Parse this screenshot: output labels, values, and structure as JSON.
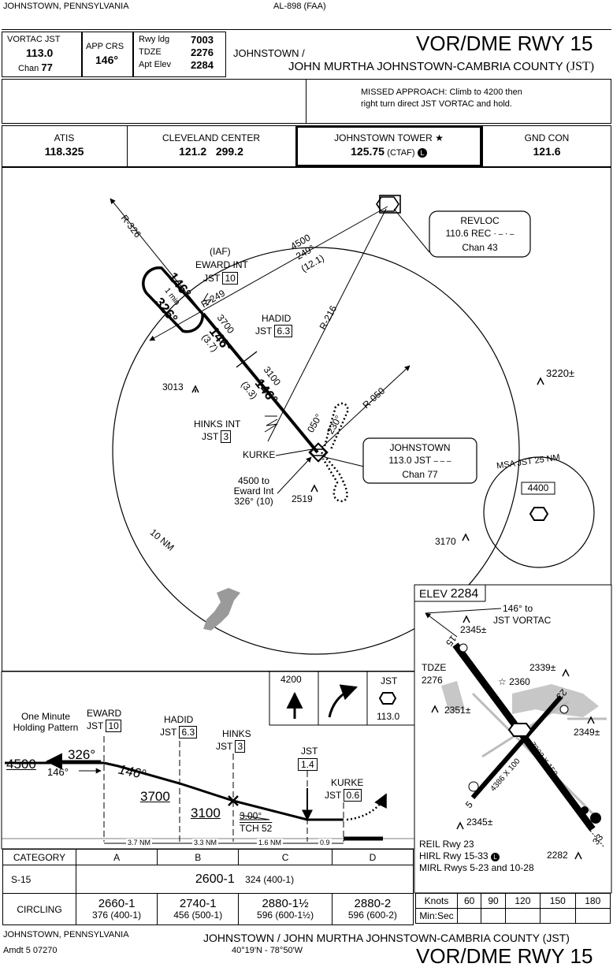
{
  "header": {
    "location": "JOHNSTOWN, PENNSYLVANIA",
    "doc_id": "AL-898 (FAA)",
    "vortac_label": "VORTAC",
    "vortac_ident": "JST",
    "vortac_freq": "113.0",
    "chan_label": "Chan",
    "chan_value": "77",
    "app_crs_label": "APP CRS",
    "app_crs_value": "146°",
    "rwy_ldg_label": "Rwy ldg",
    "rwy_ldg_value": "7003",
    "tdze_label": "TDZE",
    "tdze_value": "2276",
    "apt_elev_label": "Apt Elev",
    "apt_elev_value": "2284",
    "city": "JOHNSTOWN /",
    "procedure": "VOR/DME RWY 15",
    "airport": "JOHN MURTHA JOHNSTOWN-CAMBRIA COUNTY",
    "airport_id": "(JST)"
  },
  "missed_approach": {
    "line1": "MISSED APPROACH:  Climb to 4200 then",
    "line2": "right turn direct JST VORTAC and hold."
  },
  "comms": [
    {
      "name": "ATIS",
      "freq": "118.325",
      "extra": ""
    },
    {
      "name": "CLEVELAND CENTER",
      "freq": "121.2   299.2",
      "extra": ""
    },
    {
      "name": "JOHNSTOWN TOWER",
      "freq": "125.75",
      "extra": "(CTAF)"
    },
    {
      "name": "GND CON",
      "freq": "121.6",
      "extra": ""
    }
  ],
  "plan": {
    "r326": "R-326",
    "iaf": "(IAF)",
    "eward": "EWARD INT",
    "jst": "JST",
    "eward_dme": "10",
    "hold_in": "146°",
    "hold_out": "326°",
    "one_min": "1 min",
    "r249": "R-249",
    "alt4500": "4500",
    "crs249": "249°",
    "dist121": "(12.1)",
    "alt3700": "3700",
    "crs146a": "146°",
    "dist37": "(3.7)",
    "hadid": "HADID",
    "hadid_dme": "6.3",
    "alt3100": "3100",
    "crs146b": "146°",
    "dist33": "(3.3)",
    "hinks": "HINKS INT",
    "hinks_dme": "3",
    "kurke": "KURKE",
    "note1": "4500 to",
    "note2": "Eward Int",
    "note3": "326° (10)",
    "obs2519": "2519",
    "obs3013": "3013",
    "obs3220": "3220",
    "obs3170": "3170",
    "pm": "±",
    "r216": "R-216",
    "r050": "R-050",
    "crs050": "050°",
    "crs230": "230°",
    "revloc_name": "REVLOC",
    "revloc_freq": "110.6",
    "rec": "REC",
    "revloc_chan": "Chan 43",
    "jst_name": "JOHNSTOWN",
    "jst_freq": "113.0",
    "jst_chan": "Chan 77",
    "ring": "10 NM",
    "msa": "MSA JST 25 NM",
    "msa_alt": "4400"
  },
  "airport_diagram": {
    "elev_label": "ELEV",
    "elev_value": "2284",
    "arrow1": "146° to",
    "arrow2": "JST VORTAC",
    "obs2345a": "2345",
    "tdze_label": "TDZE",
    "tdze_value": "2276",
    "obs2339": "2339",
    "obs2360": "2360",
    "obs2351": "2351",
    "obs2349": "2349",
    "obs2345b": "2345",
    "obs2282": "2282",
    "pm": "±",
    "rwy15": "15",
    "rwy33": "33",
    "rwy5": "5",
    "rwy23": "23",
    "dim1": "7003 X 150",
    "dim2": "4386 X 100",
    "note1": "REIL Rwy 23",
    "note2": "HIRL Rwy 15-33",
    "note3": "MIRL Rwys 5-23 and 10-28"
  },
  "profile": {
    "ma_alt": "4200",
    "jst": "JST",
    "jst_freq": "113.0",
    "hold_label1": "One Minute",
    "hold_label2": "Holding Pattern",
    "eward": "EWARD",
    "eward_dme": "10",
    "hadid": "HADID",
    "hadid_dme": "6.3",
    "hinks": "HINKS",
    "hinks_dme": "3",
    "jst_dme": "1.4",
    "kurke": "KURKE",
    "kurke_dme": "0.6",
    "out_crs": "326°",
    "in_crs": "146°",
    "hold_alt": "4500",
    "crs146": "146°",
    "alt3700": "3700",
    "alt3100": "3100",
    "gs": "3.00°",
    "tch": "TCH 52",
    "d1": "3.7 NM",
    "d2": "3.3 NM",
    "d3": "1.6 NM",
    "d4": "0.9"
  },
  "minimums": {
    "category_label": "CATEGORY",
    "cats": [
      "A",
      "B",
      "C",
      "D"
    ],
    "s15_label": "S-15",
    "s15_value": "2600-1",
    "s15_haa": "324 (400-1)",
    "circ_label": "CIRCLING",
    "circ": [
      {
        "v": "2660-1",
        "h": "376 (400-1)"
      },
      {
        "v": "2740-1",
        "h": "456 (500-1)"
      },
      {
        "v": "2880-1½",
        "h": "596 (600-1½)"
      },
      {
        "v": "2880-2",
        "h": "596 (600-2)"
      }
    ]
  },
  "timing": {
    "knots_label": "Knots",
    "speeds": [
      "60",
      "90",
      "120",
      "150",
      "180"
    ],
    "minsec_label": "Min:Sec"
  },
  "footer": {
    "location": "JOHNSTOWN, PENNSYLVANIA",
    "amdt": "Amdt 5  07270",
    "airport": "JOHNSTOWN / JOHN MURTHA JOHNSTOWN-CAMBRIA COUNTY (JST)",
    "coords": "40°19'N - 78°50'W",
    "procedure": "VOR/DME RWY 15"
  }
}
